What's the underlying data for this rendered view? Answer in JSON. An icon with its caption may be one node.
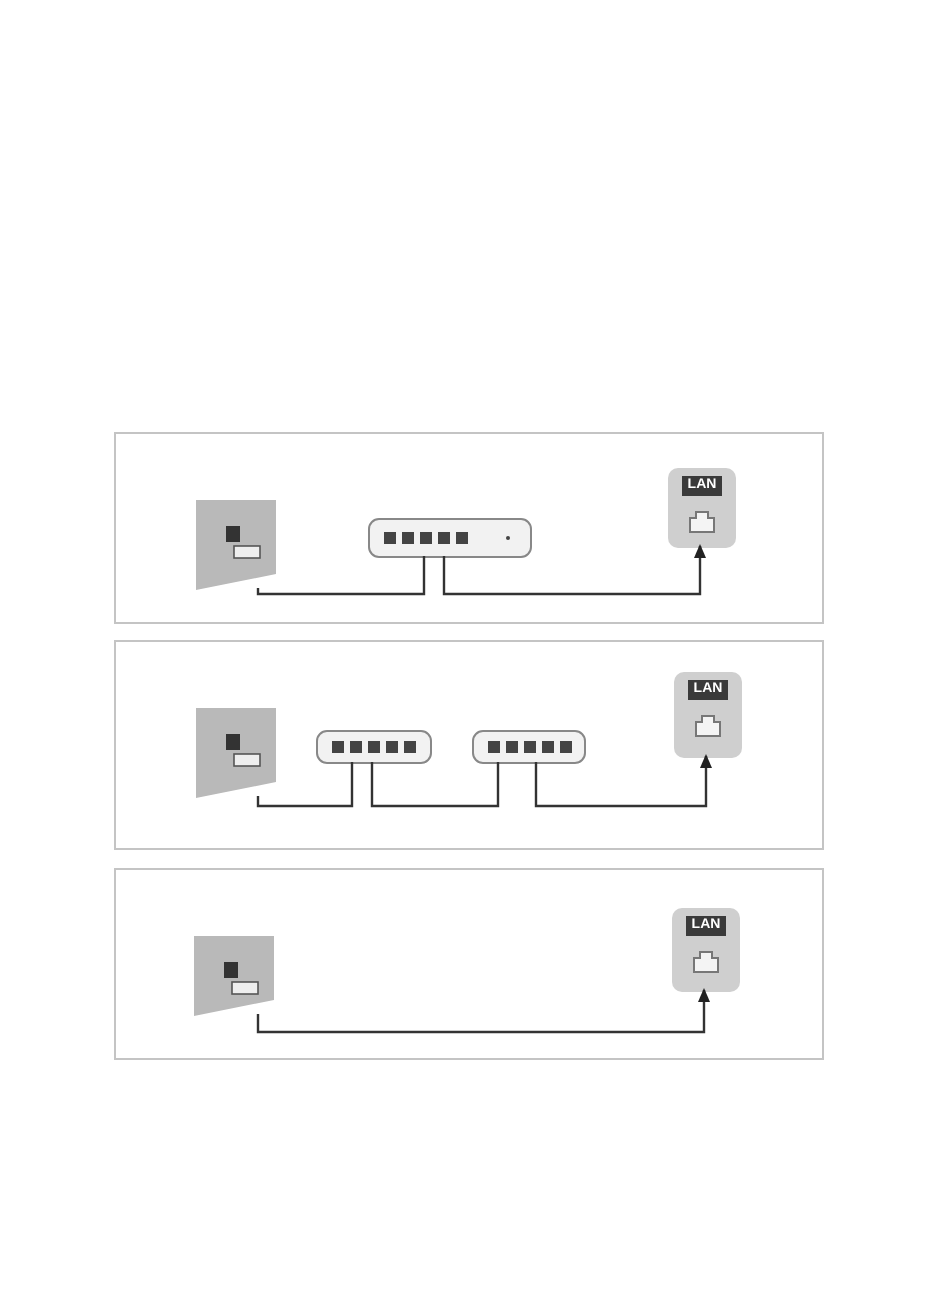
{
  "diagram": {
    "nodes": [
      {
        "text": [],
        "shape": "box"
      },
      {
        "text": [],
        "shape": "picture",
        "in": 0
      },
      {
        "text": [],
        "shape": "box",
        "in": 0
      },
      {
        "text": [
          "LAN"
        ],
        "in": 0
      },
      {
        "text": [],
        "shape": "box"
      },
      {
        "text": [],
        "shape": "picture",
        "in": 4
      },
      {
        "text": [],
        "shape": "box",
        "in": 4
      },
      {
        "text": [],
        "shape": "box",
        "in": 4
      },
      {
        "text": [
          "LAN"
        ],
        "in": 4
      },
      {
        "text": [],
        "shape": "box"
      },
      {
        "text": [],
        "shape": "picture",
        "in": 9
      },
      {
        "text": [
          "LAN"
        ],
        "in": 9
      }
    ],
    "edges": [
      {
        "from": 1,
        "to": 2,
        "arrow": "none"
      },
      {
        "from": 2,
        "to": 3,
        "arrow": "to"
      },
      {
        "from": 5,
        "to": 6,
        "arrow": "none"
      },
      {
        "from": 6,
        "to": 7,
        "arrow": "none"
      },
      {
        "from": 7,
        "to": 8,
        "arrow": "to"
      },
      {
        "from": 10,
        "to": 11,
        "arrow": "to"
      }
    ]
  }
}
